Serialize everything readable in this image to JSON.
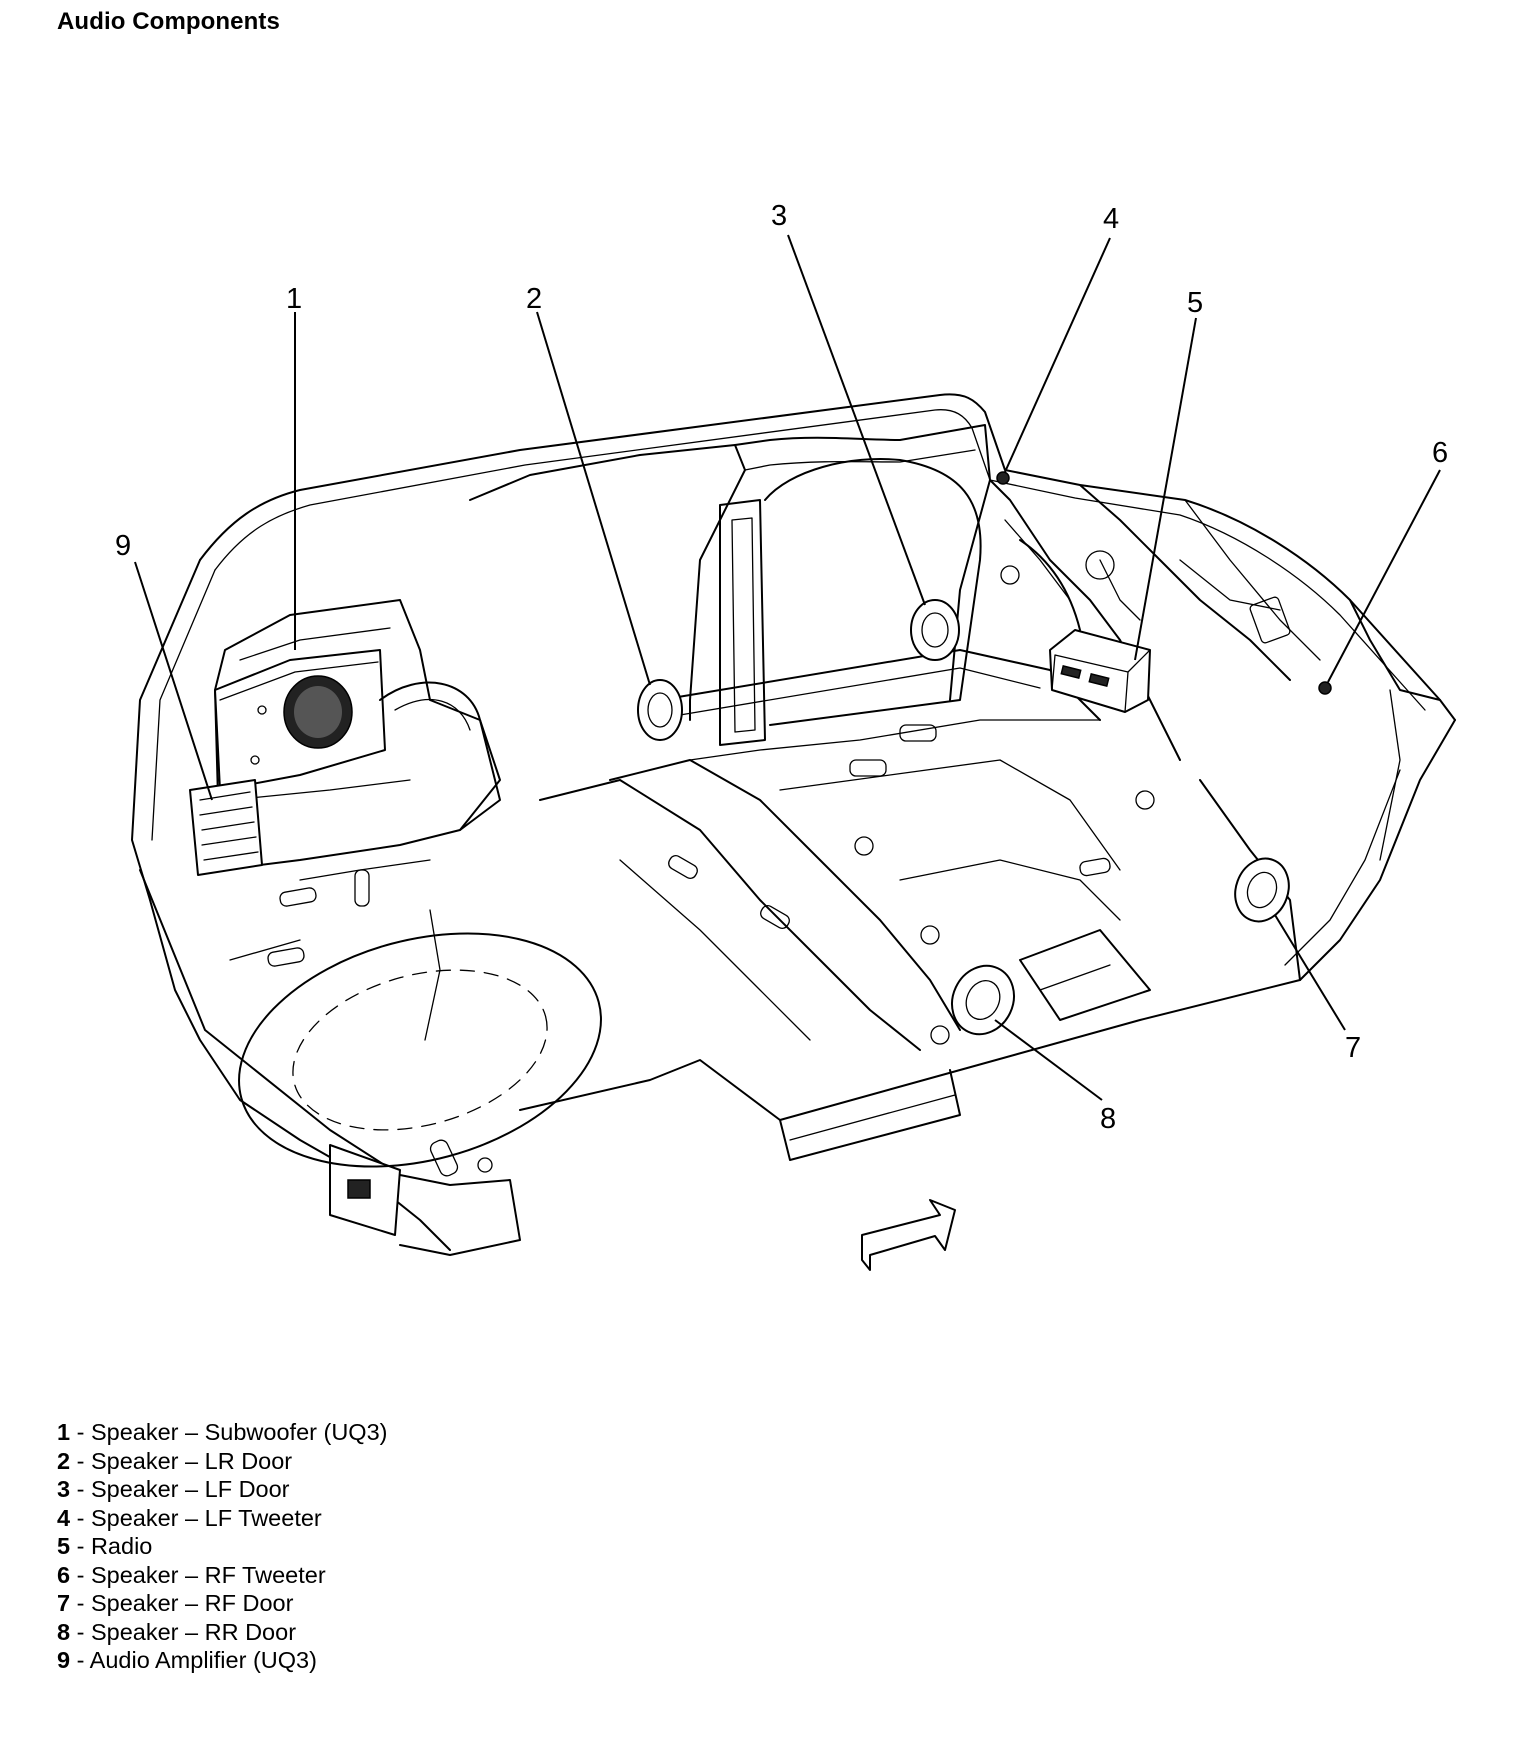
{
  "page": {
    "title": "Audio Components"
  },
  "callouts": [
    "1",
    "2",
    "3",
    "4",
    "5",
    "6",
    "7",
    "8",
    "9"
  ],
  "legend": [
    {
      "number": "1",
      "text": " - Speaker – Subwoofer (UQ3)"
    },
    {
      "number": "2",
      "text": " - Speaker – LR Door"
    },
    {
      "number": "3",
      "text": " - Speaker – LF Door"
    },
    {
      "number": "4",
      "text": " - Speaker – LF Tweeter"
    },
    {
      "number": "5",
      "text": " - Radio"
    },
    {
      "number": "6",
      "text": " - Speaker – RF Tweeter"
    },
    {
      "number": "7",
      "text": " - Speaker – RF Door"
    },
    {
      "number": "8",
      "text": " - Speaker – RR Door"
    },
    {
      "number": "9",
      "text": " - Audio Amplifier (UQ3)"
    }
  ]
}
